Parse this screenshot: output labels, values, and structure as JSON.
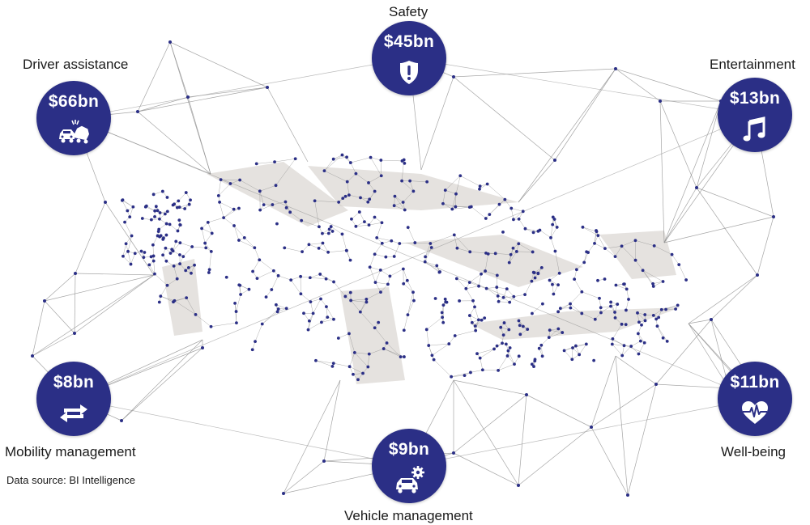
{
  "nodes": {
    "driver_assistance": {
      "value": "$66bn",
      "label": "Driver assistance",
      "icon": "car-collision-icon"
    },
    "safety": {
      "value": "$45bn",
      "label": "Safety",
      "icon": "shield-alert-icon"
    },
    "entertainment": {
      "value": "$13bn",
      "label": "Entertainment",
      "icon": "music-note-icon"
    },
    "mobility_management": {
      "value": "$8bn",
      "label": "Mobility management",
      "icon": "swap-arrows-icon"
    },
    "vehicle_management": {
      "value": "$9bn",
      "label": "Vehicle management",
      "icon": "car-gear-icon"
    },
    "well_being": {
      "value": "$11bn",
      "label": "Well-being",
      "icon": "heart-pulse-icon"
    }
  },
  "source": "Data source: BI Intelligence",
  "colors": {
    "node_fill": "#2b2f86",
    "mesh_line": "#8f8f8f",
    "mesh_dot": "#2b2f86",
    "car_shade": "#cfcac4"
  }
}
